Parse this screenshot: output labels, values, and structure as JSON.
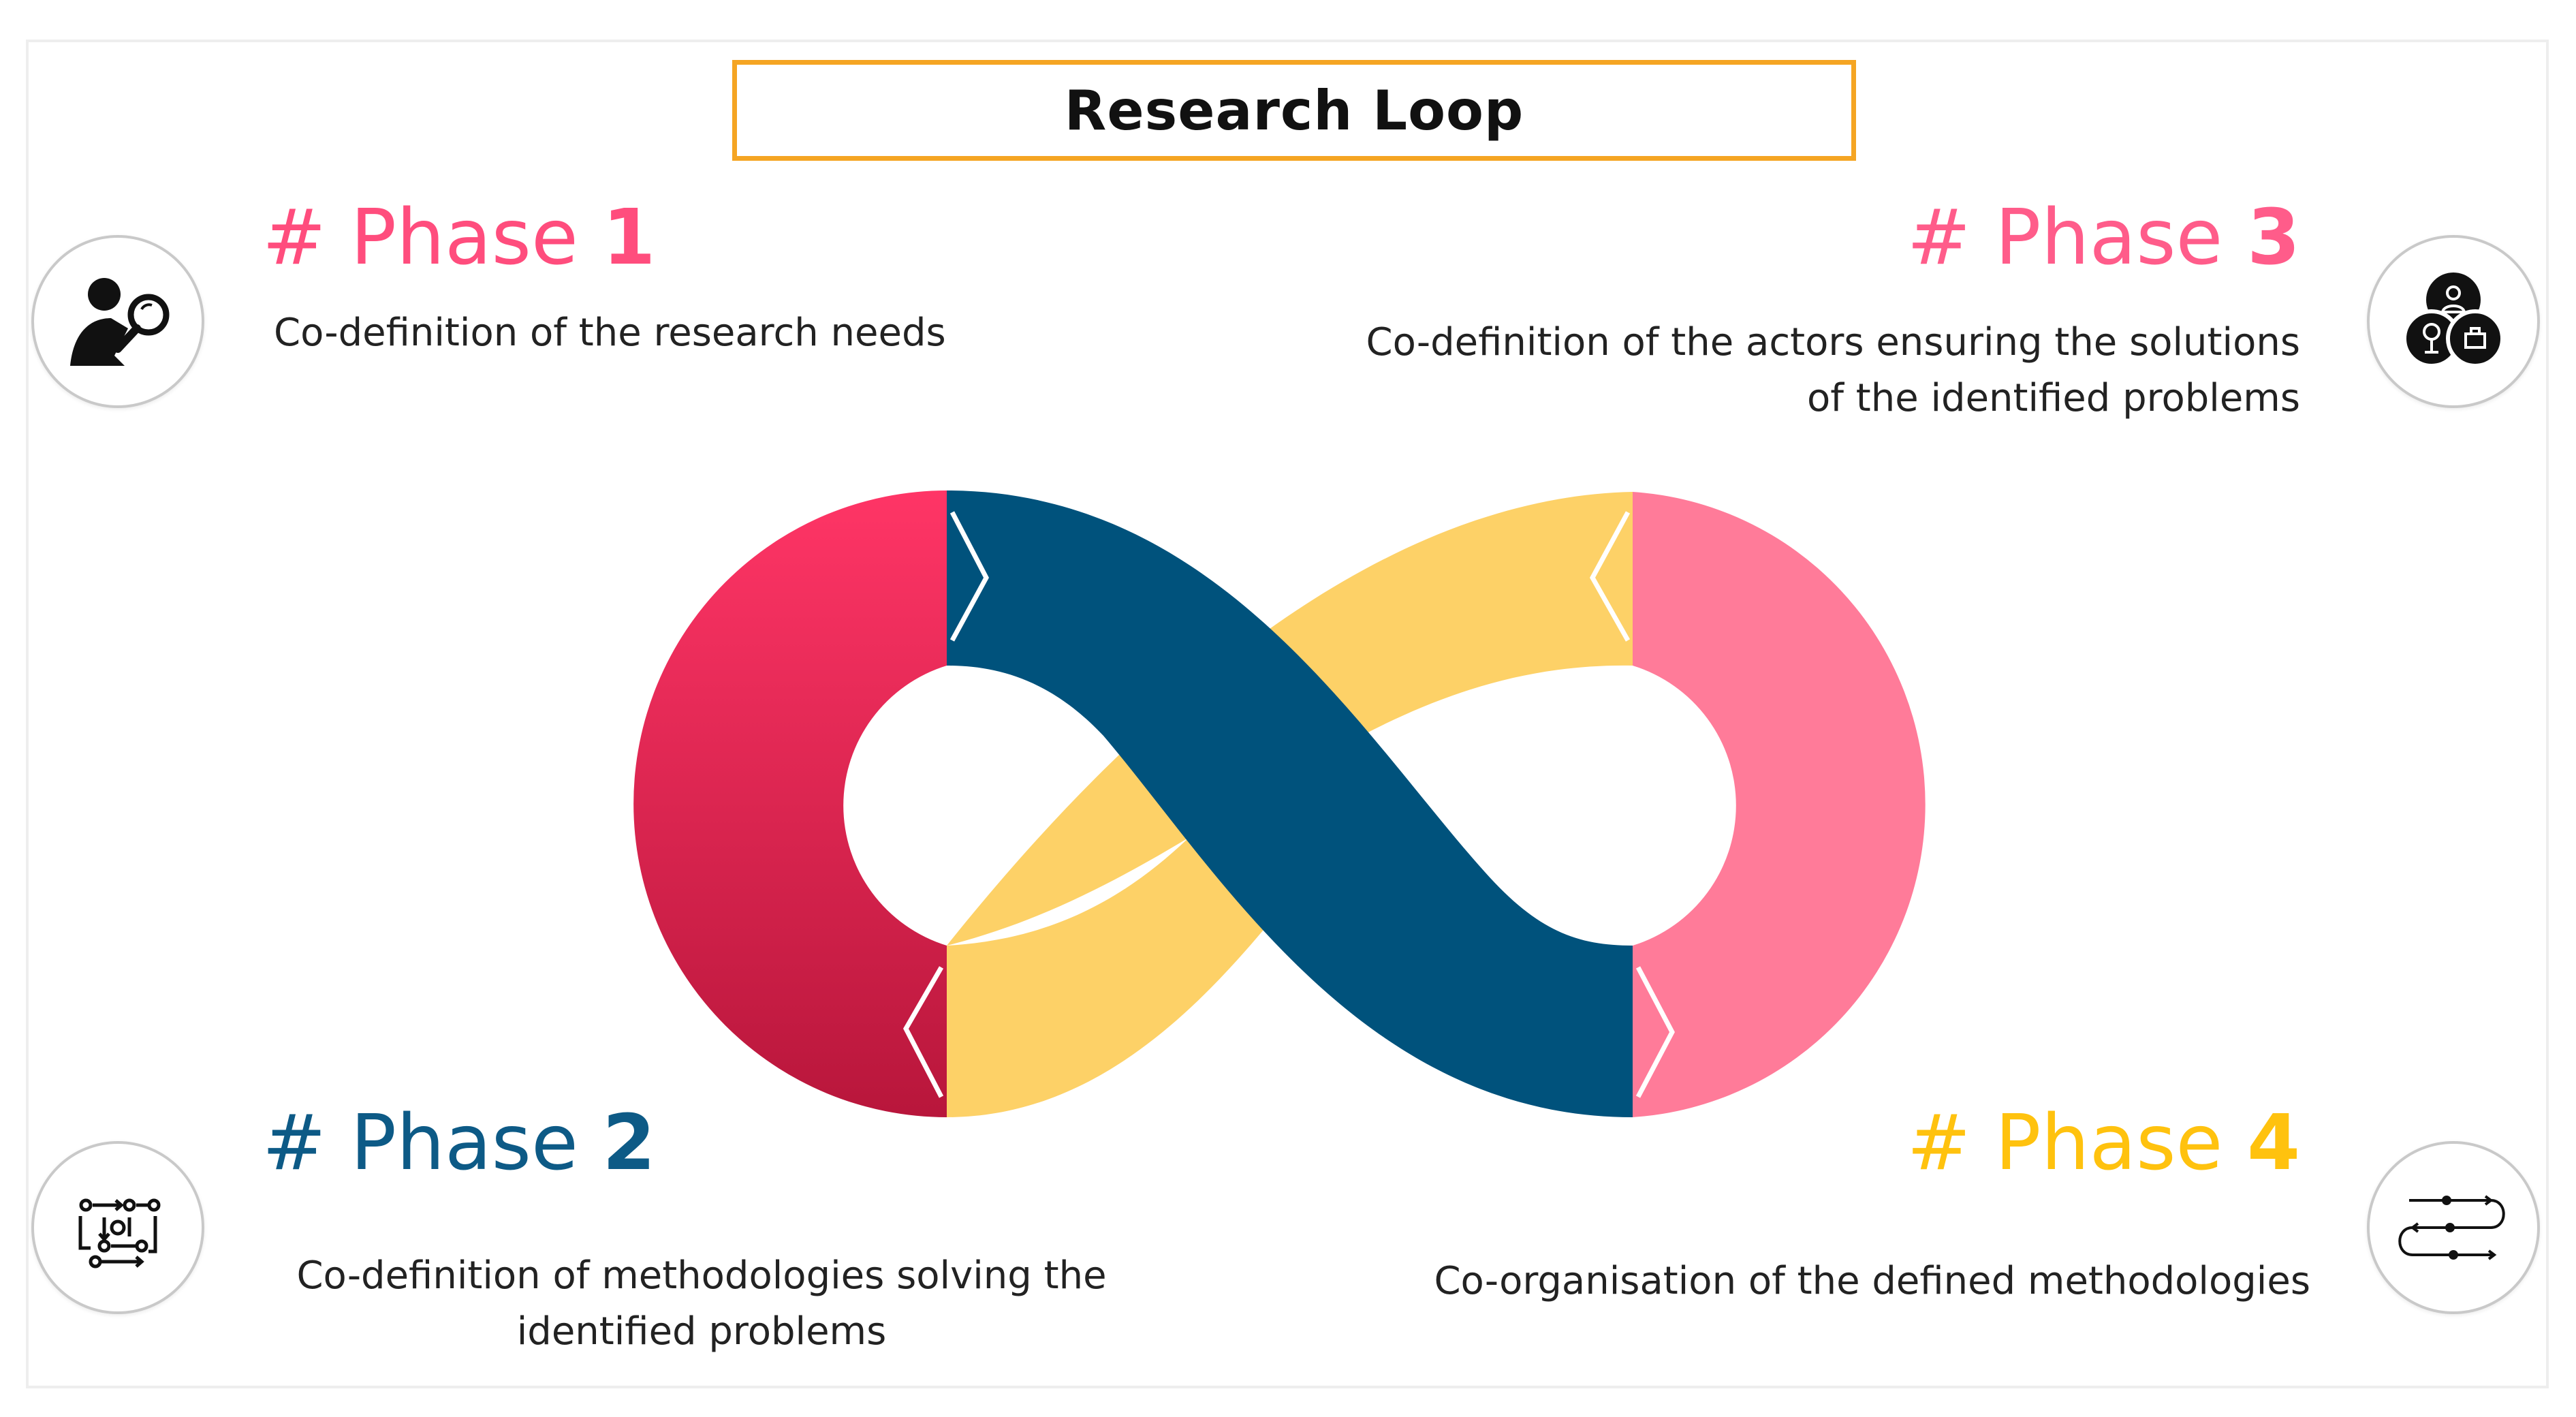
{
  "title": "Research  Loop",
  "phases": [
    {
      "id": 1,
      "prefix": "# Phase ",
      "number": "1",
      "color": "#ff4d7d",
      "lines": [
        "Co-definition of the  research needs"
      ],
      "icon": "researcher-magnifier-icon"
    },
    {
      "id": 2,
      "prefix": "# Phase ",
      "number": "2",
      "color": "#0d5a86",
      "lines": [
        "Co-definition of methodologies solving  the",
        "identified problems"
      ],
      "icon": "methodology-flow-icon"
    },
    {
      "id": 3,
      "prefix": "# Phase ",
      "number": "3",
      "color": "#ff5c8a",
      "lines": [
        "Co-definition of the actors ensuring the solutions",
        "of the identified problems"
      ],
      "icon": "actors-circles-icon"
    },
    {
      "id": 4,
      "prefix": "# Phase ",
      "number": "4",
      "color": "#ffc20e",
      "lines": [
        "Co-organisation of the defined methodologies"
      ],
      "icon": "organisation-flow-icon"
    }
  ],
  "loop_colors": {
    "red_top": "#ff3566",
    "red_bottom": "#b8163b",
    "blue": "#00527c",
    "yellow": "#fdd167",
    "pink": "#ff7b99"
  }
}
